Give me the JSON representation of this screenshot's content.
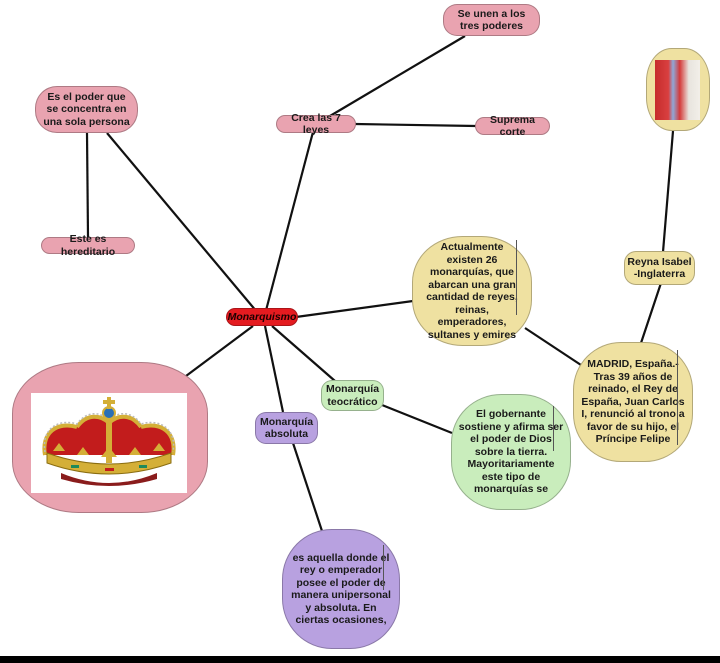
{
  "diagram": {
    "title": "Monarquismo",
    "colors": {
      "central": "#e41b20",
      "pink": "#e9a3b0",
      "yellow": "#efe1a1",
      "green": "#c9edbc",
      "purple": "#b8a1e0",
      "line": "#111111"
    },
    "nodes": {
      "central": "Monarquismo",
      "poder_persona": "Es el poder que se concentra en una sola persona",
      "hereditario": "Este es hereditario",
      "crea_leyes": "Crea las 7 leyes",
      "tres_poderes": "Se unen a los tres poderes",
      "suprema_corte": "Suprema corte",
      "actualmente": "Actualmente existen 26 monarquías, que abarcan una gran cantidad de reyes, reinas, emperadores, sultanes y emires",
      "reyna_isabel": "Reyna Isabel -Inglaterra",
      "madrid": "MADRID, España.- Tras 39 años de reinado, el Rey de España, Juan Carlos I, renunció al trono a favor de su hijo, el Príncipe Felipe",
      "teocratico": "Monarquía teocrático",
      "teocratico_desc": "El gobernante sostiene y afirma ser el poder de Dios sobre la tierra. Mayoritariamente este tipo de monarquías se",
      "absoluta": "Monarquía absoluta",
      "absoluta_desc": "es aquella donde el rey o emperador posee el poder de manera unipersonal y absoluta. En ciertas ocasiones,",
      "crown_image": "crown-image",
      "royal_photo": "royal-family-photo"
    },
    "edges": [
      [
        "central",
        "poder_persona"
      ],
      [
        "poder_persona",
        "hereditario"
      ],
      [
        "central",
        "crea_leyes"
      ],
      [
        "crea_leyes",
        "tres_poderes"
      ],
      [
        "crea_leyes",
        "suprema_corte"
      ],
      [
        "central",
        "actualmente"
      ],
      [
        "actualmente",
        "madrid"
      ],
      [
        "madrid",
        "reyna_isabel"
      ],
      [
        "reyna_isabel",
        "royal_photo"
      ],
      [
        "central",
        "crown_image"
      ],
      [
        "central",
        "absoluta"
      ],
      [
        "absoluta",
        "absoluta_desc"
      ],
      [
        "central",
        "teocratico"
      ],
      [
        "teocratico",
        "teocratico_desc"
      ]
    ]
  }
}
